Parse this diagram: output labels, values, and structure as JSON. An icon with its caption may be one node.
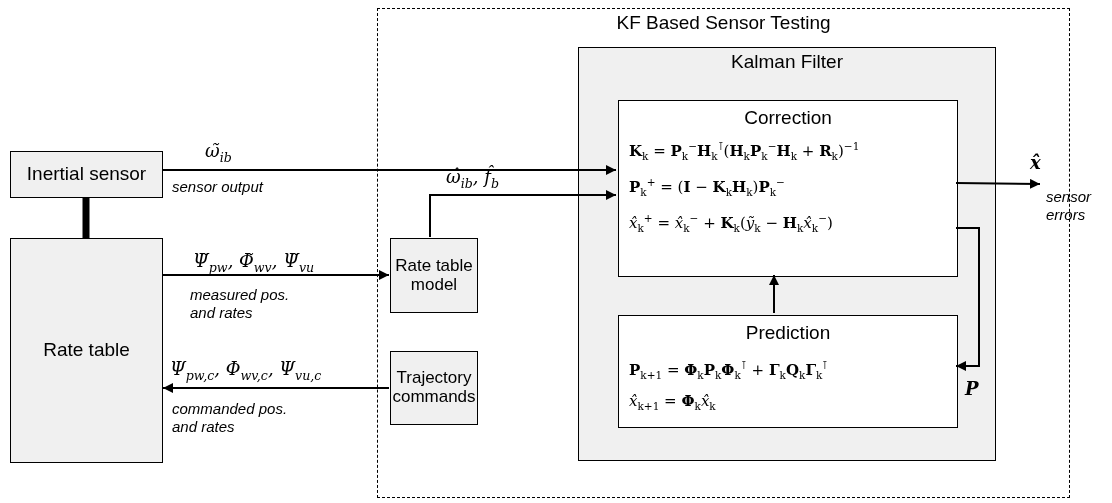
{
  "diagram": {
    "nodes": [
      {
        "text": [
          "KF Based Sensor Testing"
        ]
      },
      {
        "text": [
          "Inertial sensor"
        ]
      },
      {
        "text": [
          "Rate table"
        ]
      },
      {
        "text": [
          "Rate table model"
        ],
        "in": 0
      },
      {
        "text": [
          "Trajectory commands"
        ],
        "in": 0
      },
      {
        "text": [
          "Kalman Filter"
        ],
        "in": 0
      },
      {
        "text": [
          "Correction",
          "**K**$_{k}$ = **P**$_{k}$$^{−}$**H**$_{k}$$^{⊺}$(**H**$_{k}$**P**$_{k}$$^{−}$**H**$_{k}$ + **R**$_{k}$)$^{−1}$",
          "**P**$_{k}$$^{+}$ = (**I** − **K**$_{k}$**H**$_{k}$)**P**$_{k}$$^{−}$",
          "*x̂*$_{k}$$^{+}$ = *x̂*$_{k}$$^{−}$ + **K**$_{k}$(*ỹ*$_{k}$ − **H**$_{k}$*x̂*$_{k}$$^{−}$)"
        ],
        "in": 5
      },
      {
        "text": [
          "Prediction",
          "**P**$_{k+1}$ = **Φ**$_{k}$**P**$_{k}$**Φ**$_{k}$$^{⊺}$ + **Γ**$_{k}$**Q**$_{k}$**Γ**$_{k}$$^{⊺}$",
          "*x̂*$_{k+1}$ = **Φ**$_{k}$*x̂*$_{k}$"
        ],
        "in": 5
      },
      {
        "text": [
          "sensor errors"
        ]
      }
    ],
    "edges": [
      {
        "from": 1,
        "to": 6,
        "arrow": "to",
        "label": "ω̃$_{ib}$"
      },
      {
        "from": 1,
        "to": 2,
        "arrow": "none",
        "style": "thick"
      },
      {
        "from": 2,
        "to": 3,
        "arrow": "to",
        "label": "Ψ̃$_{pw}$, Φ̃$_{wv}$, Ψ̃$_{vu}$"
      },
      {
        "from": 3,
        "to": 6,
        "arrow": "to",
        "label": "ω̂$_{ib}$, f̂$_{b}$"
      },
      {
        "from": 4,
        "to": 2,
        "arrow": "to",
        "label": "Ψ$_{pw,c}$, Φ$_{wv,c}$, Ψ$_{vu,c}$"
      },
      {
        "from": 7,
        "to": 6,
        "arrow": "to"
      },
      {
        "from": 6,
        "to": 7,
        "arrow": "to",
        "label": "P"
      },
      {
        "from": 6,
        "to": 8,
        "arrow": "to",
        "label": "x̂"
      }
    ],
    "labels": [
      "sensor output",
      "measured pos. and rates",
      "commanded pos. and rates"
    ]
  }
}
